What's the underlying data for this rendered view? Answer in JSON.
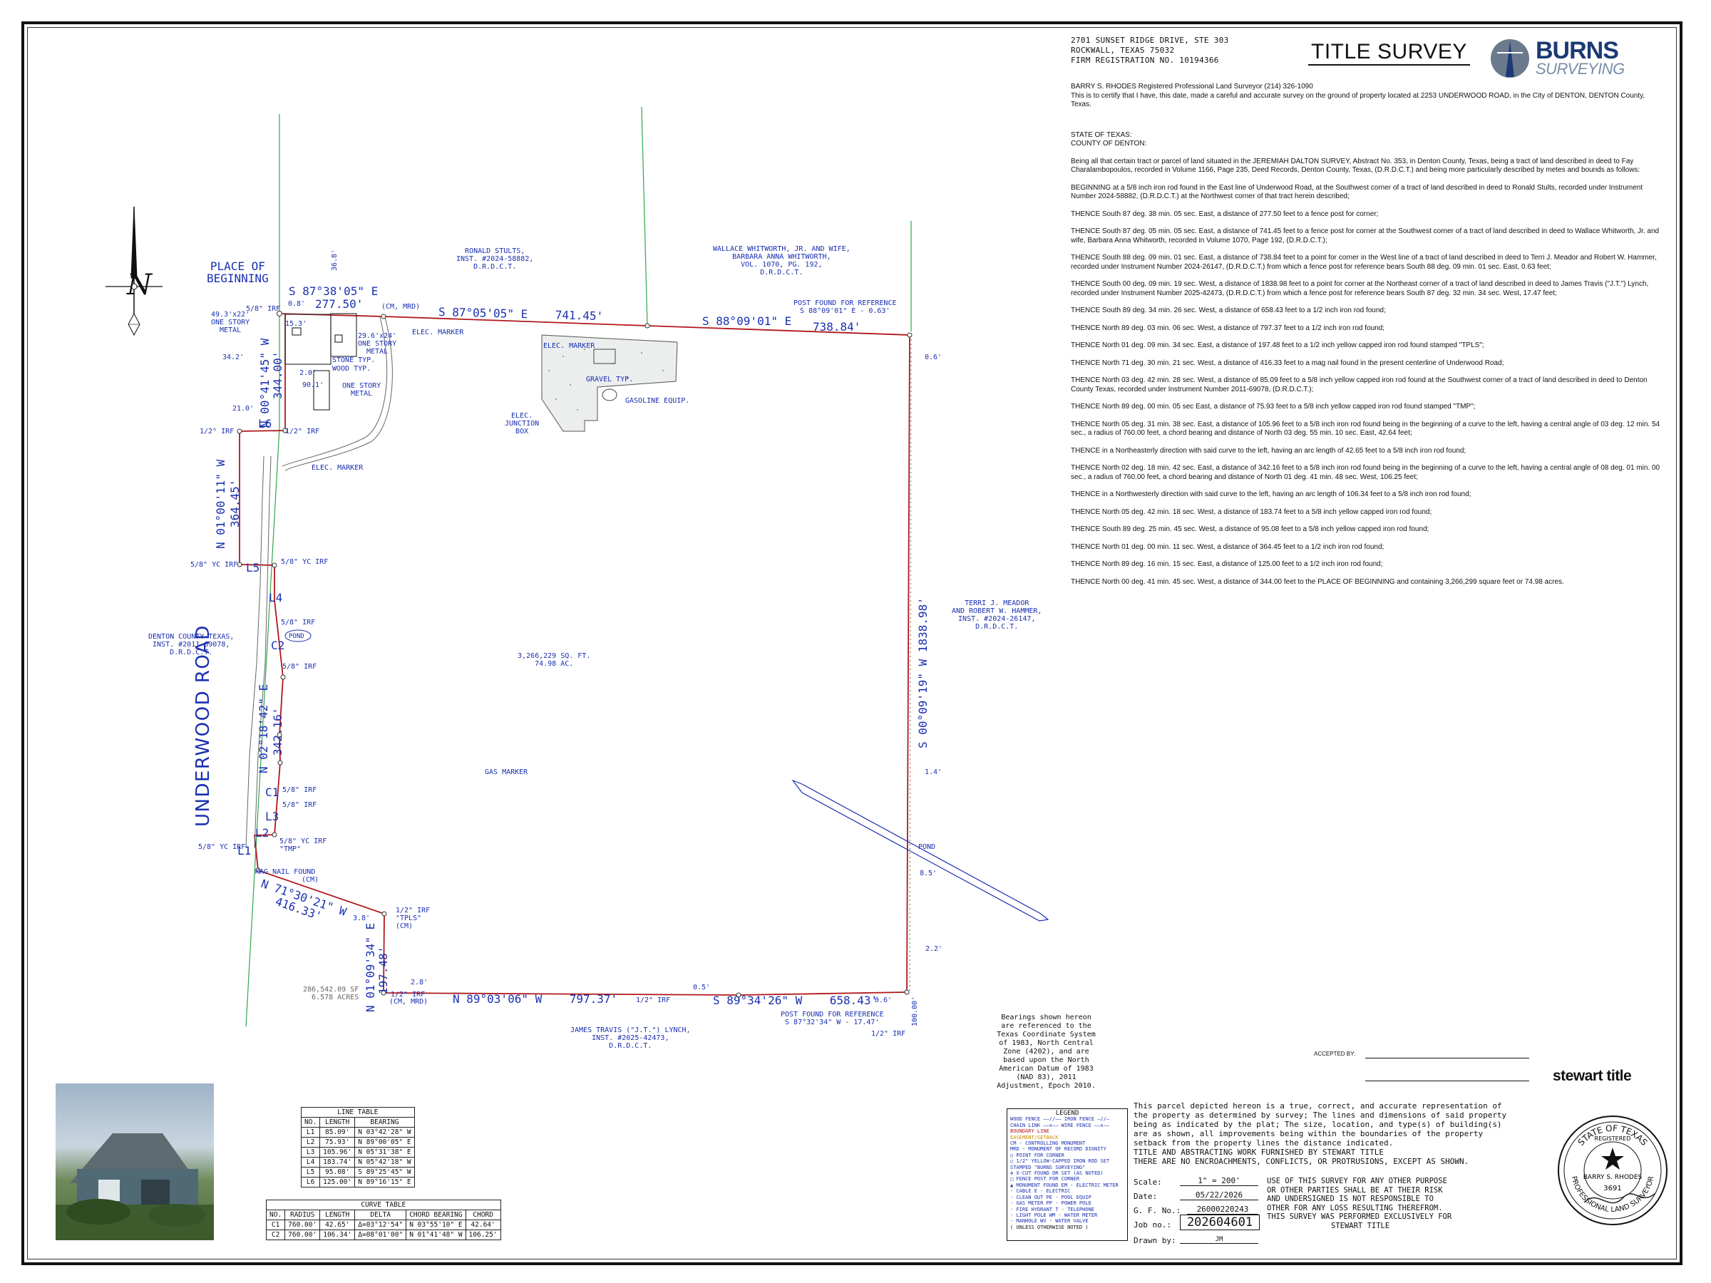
{
  "header": {
    "address_lines": [
      "2701 SUNSET RIDGE DRIVE, STE 303",
      "ROCKWALL, TEXAS 75032",
      "FIRM REGISTRATION NO. 10194366"
    ],
    "title": "TITLE SURVEY",
    "logo_top": "BURNS",
    "logo_bottom": "SURVEYING",
    "logo_icon": "burns-tower-logo"
  },
  "legal": {
    "surveyor_line": "BARRY S. RHODES Registered Professional Land Surveyor (214) 326-1090",
    "certify": "This is to certify that I have, this date, made a careful and accurate survey on the ground of property located at 2253 UNDERWOOD ROAD, in the City of DENTON, DENTON County, Texas.",
    "state": "STATE OF TEXAS:",
    "county": "COUNTY OF DENTON:",
    "paragraphs": [
      "Being all that certain tract or parcel of land situated in the JEREMIAH DALTON SURVEY, Abstract No. 353, in Denton County, Texas, being a tract of land described in deed to Fay Charalambopoulos, recorded in Volume 1166, Page 235, Deed Records, Denton County, Texas, (D.R.D.C.T.) and being more particularly described by metes and bounds as follows:",
      "BEGINNING at a 5/8 inch iron rod found in the East line of Underwood Road, at the Southwest corner of a tract of land described in deed to Ronald Stults, recorded under Instrument Number 2024-58882, (D.R.D.C.T.) at the Northwest corner of that tract herein described;",
      "THENCE South 87 deg. 38 min. 05 sec. East, a distance of 277.50 feet to a fence post for corner;",
      "THENCE South 87 deg. 05 min. 05 sec. East, a distance of 741.45 feet to a fence post for corner at the Southwest corner of a tract of land described in deed to Wallace Whitworth, Jr. and wife, Barbara Anna Whitworth, recorded in Volume 1070, Page 192, (D.R.D.C.T.);",
      "THENCE South 88 deg. 09 min. 01 sec. East, a distance of 738.84 feet to a point for corner in the West line of a tract of land described in deed to Terri J. Meador and Robert W. Hammer, recorded under Instrument Number 2024-26147, (D.R.D.C.T.) from which a fence post for reference bears South 88 deg. 09 min. 01 sec. East, 0.63 feet;",
      "THENCE South 00 deg. 09 min. 19 sec. West, a distance of 1838.98 feet to a point for corner at the Northeast corner of a tract of land described in deed to James Travis (\"J.T.\") Lynch, recorded under Instrument Number 2025-42473, (D.R.D.C.T.) from which a fence post for reference bears South 87 deg. 32 min. 34 sec. West, 17.47 feet;",
      "THENCE South 89 deg. 34 min. 26 sec. West, a distance of 658.43 feet to a 1/2 inch iron rod found;",
      "THENCE North 89 deg. 03 min. 06 sec. West, a distance of 797.37 feet to a 1/2 inch iron rod found;",
      "THENCE North 01 deg. 09 min. 34 sec. East, a distance of 197.48 feet to a 1/2 inch yellow capped iron rod found stamped \"TPLS\";",
      "THENCE North 71 deg. 30 min. 21 sec. West, a distance of 416.33 feet to a mag nail found in the present centerline of Underwood Road;",
      "THENCE North 03 deg. 42 min. 28 sec. West, a distance of 85.09 feet to a 5/8 inch yellow capped iron rod found at the Southwest corner of a tract of land described in deed to Denton County Texas, recorded under Instrument Number 2011-69078, (D.R.D.C.T.);",
      "THENCE North 89 deg. 00 min. 05 sec East, a distance of 75.93 feet to a 5/8 inch yellow capped iron rod found stamped \"TMP\";",
      "THENCE North 05 deg. 31 min. 38 sec. East, a distance of 105.96 feet to a 5/8 inch iron rod found being in the beginning of a curve to the left, having a central angle of 03 deg. 12 min. 54 sec., a radius of 760.00 feet, a chord bearing and distance of North 03 deg. 55 min. 10 sec. East, 42.64 feet;",
      "THENCE in a Northeasterly direction with said curve to the left, having an arc length of 42.65 feet to a 5/8 inch iron rod found;",
      "THENCE North 02 deg. 18 min. 42 sec. East, a distance of 342.16 feet to a 5/8 inch iron rod found being in the beginning of a curve to the left, having a central angle of 08 deg. 01 min. 00 sec., a radius of 760.00 feet, a chord bearing and distance of North 01 deg. 41 min. 48 sec. West, 106.25 feet;",
      "THENCE in a Northwesterly direction with said curve to the left, having an arc length of 106.34 feet to a 5/8 inch iron rod found;",
      "THENCE North 05 deg. 42 min. 18 sec. West, a distance of 183.74 feet to a 5/8 inch yellow capped iron rod found;",
      "THENCE South 89 deg. 25 min. 45 sec. West, a distance of 95.08 feet to a 5/8 inch yellow capped iron rod found;",
      "THENCE North 01 deg. 00 min. 11 sec. West, a distance of 364.45 feet to a 1/2 inch iron rod found;",
      "THENCE North 89 deg. 16 min. 15 sec. East, a distance of 125.00 feet to a 1/2 inch iron rod found;",
      "THENCE North 00 deg. 41 min. 45 sec. West, a distance of 344.00 feet to the PLACE OF BEGINNING and containing 3,266,299 square feet or 74.98 acres."
    ]
  },
  "plat": {
    "place_of_beginning": [
      "PLACE OF",
      "BEGINNING"
    ],
    "road": "UNDERWOOD ROAD",
    "area_sqft": "3,266,229 SQ. FT.",
    "area_ac": "74.98 AC.",
    "calls": {
      "n1": "S 87°38'05\" E",
      "n1d": "277.50'",
      "n2": "S 87°05'05\" E    741.45'",
      "n3": "S 88°09'01\" E",
      "n3d": "738.84'",
      "east": "S 00°09'19\" W   1838.98'",
      "s1": "S 89°34'26\" W    658.43'",
      "s2": "N 89°03'06\" W    797.37'",
      "w1": "N 01°09'34\" E",
      "w1d": "197.48'",
      "diag": "N 71°30'21\" W",
      "diagd": "416.33'",
      "w_upper": "N 01°00'11\" W",
      "w_upperd": "364.45'",
      "w_top": "N 00°41'45\" W",
      "w_topd": "344.00'",
      "w_mid": "N 02°18'42\" E",
      "w_midd": "342.16'"
    },
    "owners": {
      "stults": [
        "RONALD STULTS,",
        "INST. #2024-58882,",
        "D.R.D.C.T."
      ],
      "whitworth": [
        "WALLACE WHITWORTH, JR. AND WIFE,",
        "BARBARA ANNA WHITWORTH,",
        "VOL. 1070, PG. 192,",
        "D.R.D.C.T."
      ],
      "meador": [
        "TERRI J. MEADOR",
        "AND ROBERT W. HAMMER,",
        "INST. #2024-26147,",
        "D.R.D.C.T."
      ],
      "lynch": [
        "JAMES TRAVIS (\"J.T.\") LYNCH,",
        "INST. #2025-42473,",
        "D.R.D.C.T."
      ],
      "county": [
        "DENTON COUNTY TEXAS,",
        "INST. #2011-69078,",
        "D.R.D.C.T."
      ]
    },
    "notes": {
      "cm_mrd": "(CM, MRD)",
      "post_ne": [
        "POST FOUND FOR REFERENCE",
        "S 88°09'01\" E - 0.63'"
      ],
      "post_se": [
        "POST FOUND FOR REFERENCE",
        "S 87°32'34\" W - 17.47'"
      ],
      "elec_marker": "ELEC. MARKER",
      "gravel": "GRAVEL TYP.",
      "gasoline": "GASOLINE EQUIP.",
      "elec_box": [
        "ELEC.",
        "JUNCTION",
        "BOX"
      ],
      "gas_marker": "GAS MARKER",
      "pond": "POND",
      "one_story_metal": [
        "ONE STORY",
        "METAL"
      ],
      "stone": "STONE TYP.",
      "wood": "WOOD TYP.",
      "bldg_49": "49.3'x22'",
      "bldg_29": "29.6'x24'",
      "irf_half": "1/2\" IRF",
      "irf_58": "5/8\" IRF",
      "yc_irf": "5/8\" YC IRF",
      "yc_irf_tmp": [
        "5/8\" YC IRF",
        "\"TMP\""
      ],
      "mag_nail": [
        "MAG NAIL FOUND",
        "(CM)"
      ],
      "tpls": [
        "1/2\" IRF",
        "\"TPLS\"",
        "(CM)"
      ],
      "outparcel": [
        "286,542.09 SF",
        "6.578 ACRES"
      ],
      "dim_08": "0.8'",
      "dim_06": "0.6'",
      "dim_14": "1.4'",
      "dim_85": "8.5'",
      "dim_22": "2.2'",
      "dim_05": "0.5'",
      "dim_28": "2.8'",
      "dim_38": "3.8'",
      "dim_368": "36.8'",
      "dim_342": "34.2'",
      "dim_210": "21.0'",
      "dim_20": "2.0'",
      "dim_901": "90.1'",
      "dim_153": "15.3'",
      "dim_100": "100.00'",
      "line_labels": [
        "L1",
        "L2",
        "L3",
        "L4",
        "L5",
        "L6",
        "C1",
        "C2"
      ]
    }
  },
  "line_table": {
    "caption": "LINE TABLE",
    "headers": [
      "NO.",
      "LENGTH",
      "BEARING"
    ],
    "rows": [
      [
        "L1",
        "85.09'",
        "N 03°42'28\" W"
      ],
      [
        "L2",
        "75.93'",
        "N 89°00'05\" E"
      ],
      [
        "L3",
        "105.96'",
        "N 05°31'38\" E"
      ],
      [
        "L4",
        "183.74'",
        "N 05°42'18\" W"
      ],
      [
        "L5",
        "95.08'",
        "S 89°25'45\" W"
      ],
      [
        "L6",
        "125.00'",
        "N 89°16'15\" E"
      ]
    ]
  },
  "curve_table": {
    "caption": "CURVE TABLE",
    "headers": [
      "NO.",
      "RADIUS",
      "LENGTH",
      "DELTA",
      "CHORD BEARING",
      "CHORD"
    ],
    "rows": [
      [
        "C1",
        "760.00'",
        "42.65'",
        "Δ=03°12'54\"",
        "N 03°55'10\" E",
        "42.64'"
      ],
      [
        "C2",
        "760.00'",
        "106.34'",
        "Δ=08°01'00\"",
        "N 01°41'48\" W",
        "106.25'"
      ]
    ]
  },
  "bearings_note": "Bearings shown hereon are referenced to the Texas Coordinate System of 1983, North Central Zone (4202), and are based upon the North American Datum of 1983 (NAD 83), 2011 Adjustment, Epoch 2010.",
  "accepted_by": "ACCEPTED BY:",
  "stewart_logo": "stewart title",
  "legend": {
    "title": "LEGEND",
    "items": [
      "WOOD FENCE ——//——  IRON FENCE —//—",
      "CHAIN LINK ——x——  WIRE FENCE ——x——",
      "BOUNDARY LINE",
      "EASEMENT/SETBACK",
      "CM - CONTROLLING MONUMENT",
      "MRD - MONUMENT OF RECORD DIGNITY",
      "○ POINT FOR CORNER",
      "○ 1/2\" YELLOW-CAPPED IRON ROD SET",
      "  STAMPED \"BURNS SURVEYING\"",
      "⊗ X-CUT FOUND OR SET (AS NOTED)",
      "□ FENCE POST FOR CORNER",
      "▲ MONUMENT FOUND  EM - ELECTRIC METER",
      "- CABLE          E - ELECTRIC",
      "- CLEAN OUT      PE - POOL EQUIP",
      "- GAS METER      PP - POWER POLE",
      "- FIRE HYDRANT   T - TELEPHONE",
      "- LIGHT POLE     WM - WATER METER",
      "- MANHOLE        WV - WATER VALVE",
      "( UNLESS OTHERWISE NOTED )"
    ]
  },
  "certification": {
    "lines": [
      "This parcel depicted hereon is a true, correct, and accurate representation of",
      "the property as determined by survey; The lines and dimensions of said property",
      "being as indicated by the plat; The size, location, and type(s) of building(s)",
      "are as shown, all improvements being within the boundaries of the property",
      "setback from the property lines the distance indicated.",
      "TITLE AND ABSTRACTING WORK FURNISHED BY STEWART TITLE",
      "THERE ARE NO ENCROACHMENTS, CONFLICTS, OR PROTRUSIONS, EXCEPT AS SHOWN."
    ],
    "scale_label": "Scale:",
    "scale": "1\" = 200'",
    "date_label": "Date:",
    "date": "05/22/2026",
    "gf_label": "G. F. No.:",
    "gf": "26000220243",
    "job_label": "Job no.:",
    "job": "202604601",
    "drawn_label": "Drawn by:",
    "drawn": "JM",
    "use_lines": [
      "USE OF THIS SURVEY FOR ANY OTHER PURPOSE",
      "OR OTHER PARTIES SHALL BE AT THEIR RISK",
      "AND  UNDERSIGNED  IS  NOT  RESPONSIBLE  TO",
      "OTHER FOR ANY LOSS RESULTING THEREFROM.",
      "THIS SURVEY WAS PERFORMED EXCLUSIVELY FOR",
      "STEWART TITLE"
    ]
  },
  "seal": {
    "top": "STATE OF TEXAS",
    "registered": "REGISTERED",
    "name": "BARRY S. RHODES",
    "number": "3691",
    "bottom": "PROFESSIONAL LAND SURVEYOR"
  }
}
